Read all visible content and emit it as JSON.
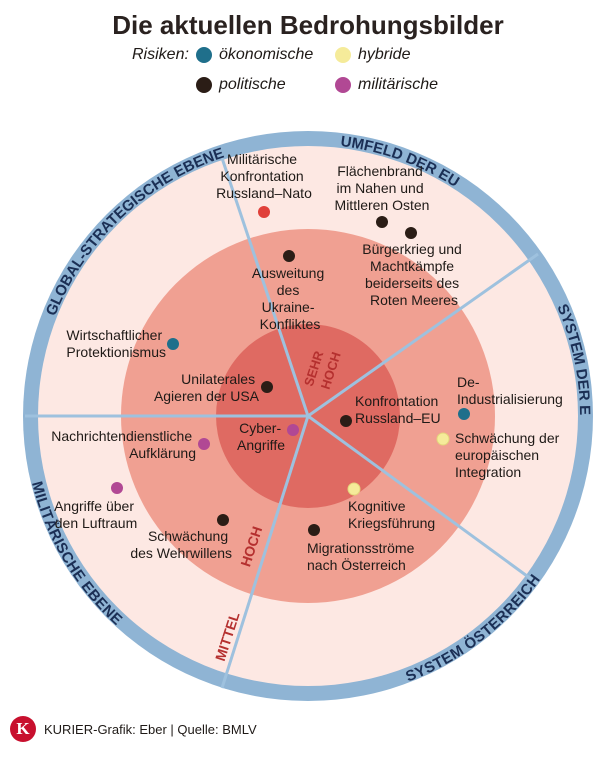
{
  "title": "Die aktuellen Bedrohungsbilder",
  "legend": {
    "label": "Risiken:",
    "items": [
      {
        "name": "ökonomische",
        "color": "#1f6f8b"
      },
      {
        "name": "hybride",
        "color": "#f5eb9a"
      },
      {
        "name": "politische",
        "color": "#2b1d16"
      },
      {
        "name": "militärische",
        "color": "#b14894"
      }
    ]
  },
  "sectors": {
    "umfeld": "UMFELD DER EU",
    "system_eu": "SYSTEM DER EU",
    "system_at": "SYSTEM ÖSTERREICH",
    "militaer": "MILITÄRISCHE EBENE",
    "global": "GLOBAL-STRATEGISCHE EBENE"
  },
  "levels": {
    "sehr_hoch_1": "SEHR",
    "sehr_hoch_2": "HOCH",
    "hoch": "HOCH",
    "mittel": "MITTEL"
  },
  "threats": [
    {
      "lines": [
        "Militärische",
        "Konfrontation",
        "Russland–Nato"
      ],
      "type": "militärisch",
      "dot_color": "#e0403a"
    },
    {
      "lines": [
        "Flächenbrand",
        "im Nahen und",
        "Mittleren Osten"
      ],
      "type": "politisch",
      "dot_color": "#2b1d16"
    },
    {
      "lines": [
        "Bürgerkrieg und",
        "Machtkämpfe",
        "beiderseits des",
        "Roten Meeres"
      ],
      "type": "politisch",
      "dot_color": "#2b1d16"
    },
    {
      "lines": [
        "Ausweitung",
        "des",
        "Ukraine-",
        "Konfliktes"
      ],
      "type": "politisch",
      "dot_color": "#2b1d16"
    },
    {
      "lines": [
        "Wirtschaftlicher",
        "Protektionismus"
      ],
      "type": "ökonomisch",
      "dot_color": "#1f6f8b"
    },
    {
      "lines": [
        "Unilaterales",
        "Agieren der USA"
      ],
      "type": "politisch",
      "dot_color": "#2b1d16"
    },
    {
      "lines": [
        "Konfrontation",
        "Russland–EU"
      ],
      "type": "politisch",
      "dot_color": "#2b1d16"
    },
    {
      "lines": [
        "De-",
        "Industrialisierung"
      ],
      "type": "ökonomisch",
      "dot_color": "#1f6f8b"
    },
    {
      "lines": [
        "Schwächung der",
        "europäischen",
        "Integration"
      ],
      "type": "hybrid",
      "dot_color": "#f5eb9a"
    },
    {
      "lines": [
        "Nachrichtendienstliche",
        "Aufklärung"
      ],
      "type": "militärisch",
      "dot_color": "#b14894"
    },
    {
      "lines": [
        "Cyber-",
        "Angriffe"
      ],
      "type": "militärisch",
      "dot_color": "#b14894"
    },
    {
      "lines": [
        "Angriffe über",
        "den Luftraum"
      ],
      "type": "militärisch",
      "dot_color": "#b14894"
    },
    {
      "lines": [
        "Kognitive",
        "Kriegsführung"
      ],
      "type": "hybrid",
      "dot_color": "#f5eb9a"
    },
    {
      "lines": [
        "Schwächung",
        "des Wehrwillens"
      ],
      "type": "politisch",
      "dot_color": "#2b1d16"
    },
    {
      "lines": [
        "Migrationsströme",
        "nach Österreich"
      ],
      "type": "politisch",
      "dot_color": "#2b1d16"
    }
  ],
  "footer": {
    "logo": "K",
    "credit": "KURIER-Grafik: Eber | Quelle: BMLV"
  }
}
